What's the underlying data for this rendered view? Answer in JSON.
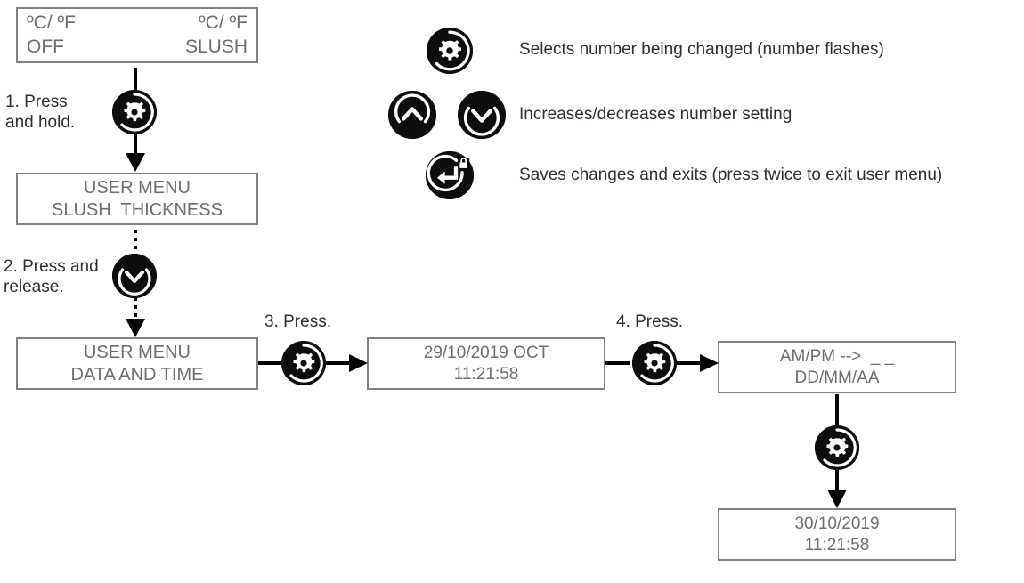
{
  "diagram": {
    "title": "User menu navigation - set date and time",
    "colors": {
      "lcd_border": "#808080",
      "lcd_text": "#6e6e6e",
      "button_fill": "#0d0d0d",
      "button_glyph": "#ffffff",
      "caption_text": "#2b2f3a",
      "connector": "#000000",
      "background": "#ffffff"
    }
  },
  "displays": {
    "home": {
      "name": "home-screen",
      "line1_left": "ºC/ ºF",
      "line1_right": "ºC/ ºF",
      "line2_left": "OFF",
      "line2_right": "SLUSH"
    },
    "slush_thickness": {
      "name": "user-menu-slush-thickness",
      "line1": "USER MENU",
      "line2": "SLUSH  THICKNESS"
    },
    "date_and_time": {
      "name": "user-menu-data-and-time",
      "line1": "USER MENU",
      "line2": "DATA AND TIME"
    },
    "datetime_current": {
      "name": "datetime-current",
      "line1": "29/10/2019 OCT",
      "line2": "11:21:58"
    },
    "format_select": {
      "name": "datetime-format-select",
      "line1": "AM/PM -->  _ _",
      "line2": "DD/MM/AA"
    },
    "datetime_saved": {
      "name": "datetime-saved",
      "line1": "30/10/2019",
      "line2": "11:21:58"
    }
  },
  "steps": [
    {
      "id": "step-1",
      "label": "1. Press\n    and hold.",
      "button": "gear"
    },
    {
      "id": "step-2",
      "label": "2. Press and\n    release.",
      "button": "chevron-down"
    },
    {
      "id": "step-3",
      "label": "3. Press.",
      "button": "gear"
    },
    {
      "id": "step-4",
      "label": "4. Press.",
      "button": "gear"
    }
  ],
  "legend": {
    "items": [
      {
        "id": "legend-select",
        "icons": [
          "gear"
        ],
        "text": "Selects number being changed (number flashes)"
      },
      {
        "id": "legend-adjust",
        "icons": [
          "chevron-up",
          "chevron-down"
        ],
        "text": "Increases/decreases number setting"
      },
      {
        "id": "legend-save",
        "icons": [
          "save-exit"
        ],
        "text": "Saves changes and exits (press twice to exit user menu)"
      }
    ]
  },
  "buttons": {
    "gear": {
      "icon_name": "gear-icon",
      "label": "Gear / select button"
    },
    "chevron_up": {
      "icon_name": "chevron-up-icon",
      "label": "Up button"
    },
    "chevron_down": {
      "icon_name": "chevron-down-icon",
      "label": "Down button"
    },
    "save_exit": {
      "icon_name": "save-exit-lock-icon",
      "label": "Save and exit button"
    }
  }
}
